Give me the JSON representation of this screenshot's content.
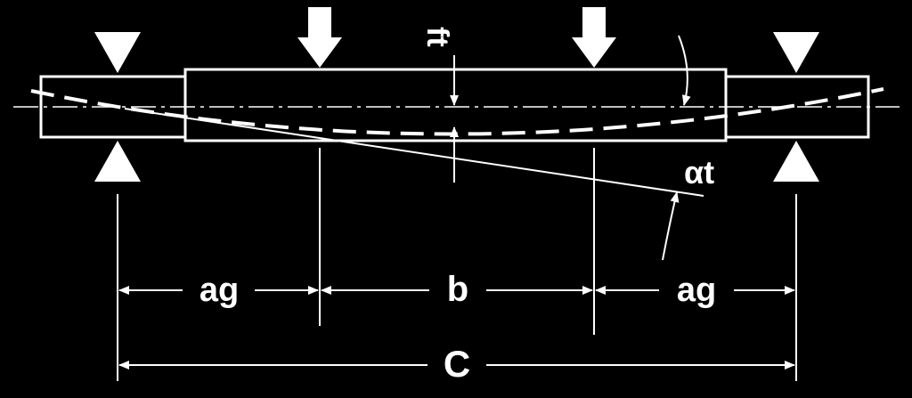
{
  "diagram": {
    "colors": {
      "background": "#000000",
      "stroke": "#ffffff"
    },
    "labels": {
      "ft": "ft",
      "alpha_t": "αt",
      "ag_left": "ag",
      "b": "b",
      "ag_right": "ag",
      "c": "C"
    }
  }
}
